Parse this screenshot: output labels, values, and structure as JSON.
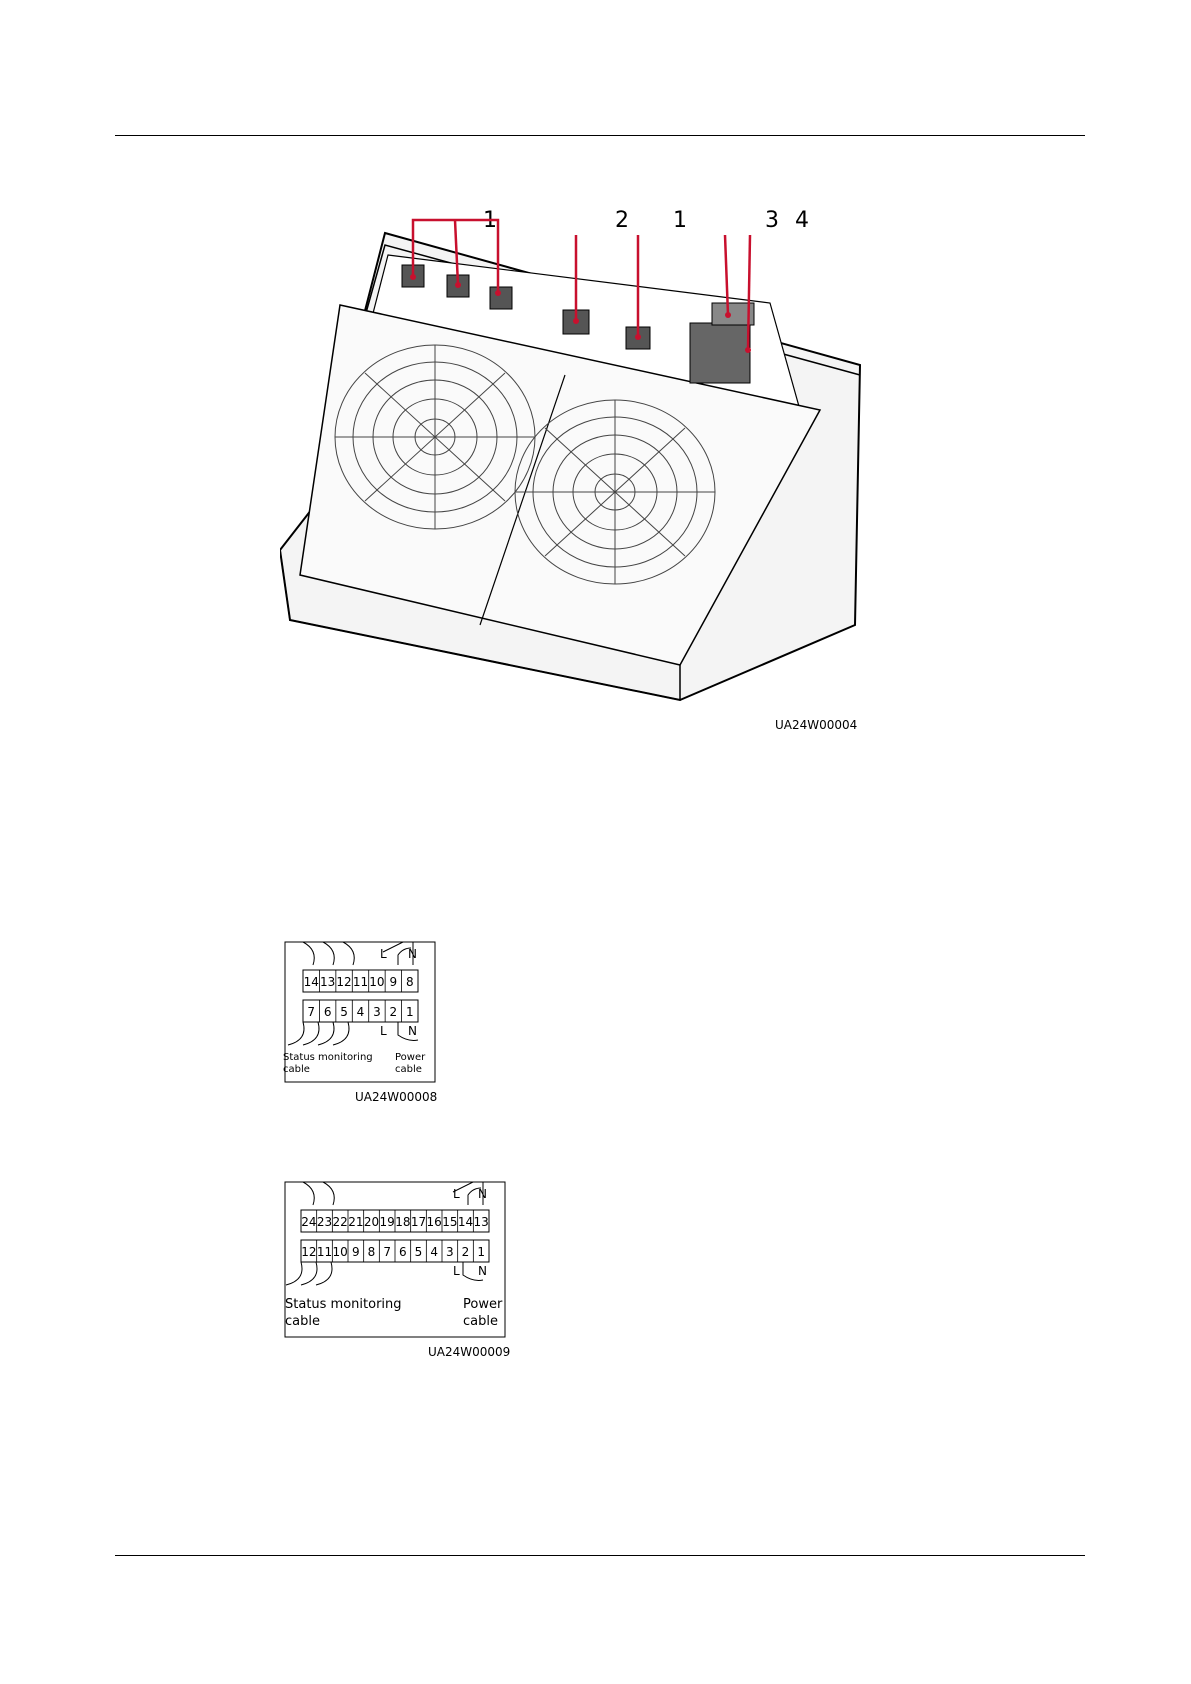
{
  "figure1": {
    "callouts": [
      "1",
      "2",
      "1",
      "3",
      "4"
    ],
    "image_id": "UA24W00004"
  },
  "figure2": {
    "top_row": [
      "14",
      "13",
      "12",
      "11",
      "10",
      "9",
      "8"
    ],
    "bottom_row": [
      "7",
      "6",
      "5",
      "4",
      "3",
      "2",
      "1"
    ],
    "live_label": "L",
    "neutral_label": "N",
    "status_label_line1": "Status monitoring",
    "status_label_line2": "cable",
    "power_label_line1": "Power",
    "power_label_line2": "cable",
    "image_id": "UA24W00008"
  },
  "figure3": {
    "top_row": [
      "24",
      "23",
      "22",
      "21",
      "20",
      "19",
      "18",
      "17",
      "16",
      "15",
      "14",
      "13"
    ],
    "bottom_row": [
      "12",
      "11",
      "10",
      "9",
      "8",
      "7",
      "6",
      "5",
      "4",
      "3",
      "2",
      "1"
    ],
    "live_label": "L",
    "neutral_label": "N",
    "status_label_line1": "Status monitoring",
    "status_label_line2": "cable",
    "power_label_line1": "Power",
    "power_label_line2": "cable",
    "image_id": "UA24W00009"
  },
  "colors": {
    "callout_line": "#c8102e",
    "ink": "#000000",
    "device_fill": "#f4f4f4",
    "connector": "#555555"
  }
}
